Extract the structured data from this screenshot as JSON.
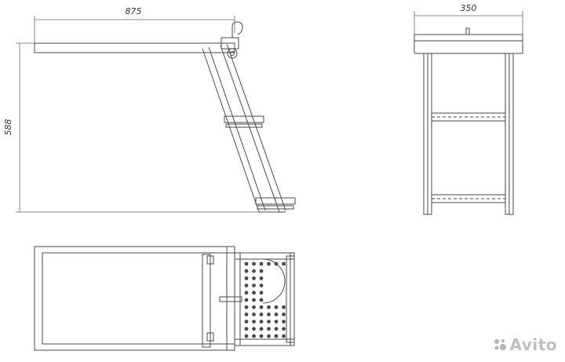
{
  "dimensions": {
    "side_width": "875",
    "side_height": "588",
    "front_width": "350"
  },
  "watermark": {
    "brand": "Avito",
    "logo_icon": "avito-dots-icon"
  },
  "colors": {
    "line": "#4a4a4a",
    "dim_line": "#666666",
    "watermark": "#b4b4b4"
  }
}
